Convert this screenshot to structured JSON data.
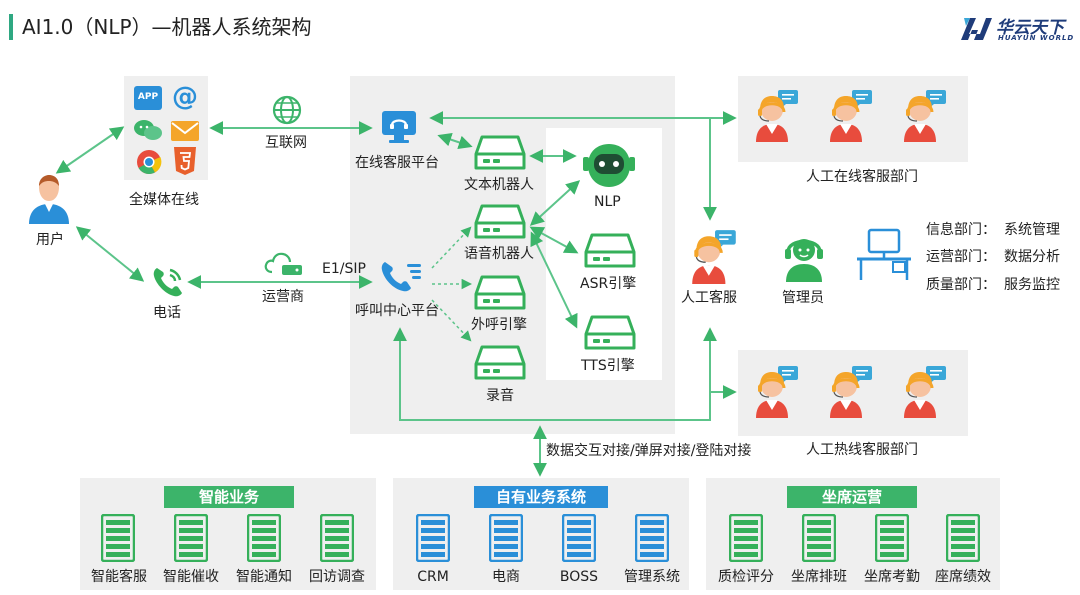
{
  "title": "AI1.0（NLP）—机器人系统架构",
  "logo": {
    "cn": "华云天下",
    "en": "HUAYUN WORLD",
    "color": "#1f3c7a"
  },
  "colors": {
    "green": "#3cb46a",
    "blue": "#2a8fd8",
    "mint": "#2fa882",
    "node_green": "#35b05a"
  },
  "nodes": {
    "user": "用户",
    "all_media": "全媒体在线",
    "phone": "电话",
    "internet": "互联网",
    "carrier": "运营商",
    "e1sip": "E1/SIP",
    "online_platform": "在线客服平台",
    "call_center": "呼叫中心平台",
    "text_robot": "文本机器人",
    "voice_robot": "语音机器人",
    "outbound": "外呼引擎",
    "recording": "录音",
    "nlp": "NLP",
    "asr": "ASR引擎",
    "tts": "TTS引擎",
    "human_agent": "人工客服",
    "admin": "管理员",
    "online_dept": "人工在线客服部门",
    "hotline_dept": "人工热线客服部门",
    "interface": "数据交互对接/弹屏对接/登陆对接",
    "app_badge": "APP"
  },
  "depts": [
    {
      "name": "信息部门：",
      "duty": "系统管理"
    },
    {
      "name": "运营部门：",
      "duty": "数据分析"
    },
    {
      "name": "质量部门：",
      "duty": "服务监控"
    }
  ],
  "bottom": [
    {
      "header": "智能业务",
      "color": "#3cb46a",
      "items": [
        "智能客服",
        "智能催收",
        "智能通知",
        "回访调查"
      ]
    },
    {
      "header": "自有业务系统",
      "color": "#2a8fd8",
      "items": [
        "CRM",
        "电商",
        "BOSS",
        "管理系统"
      ]
    },
    {
      "header": "坐席运营",
      "color": "#3cb46a",
      "items": [
        "质检评分",
        "坐席排班",
        "坐席考勤",
        "座席绩效"
      ]
    }
  ]
}
